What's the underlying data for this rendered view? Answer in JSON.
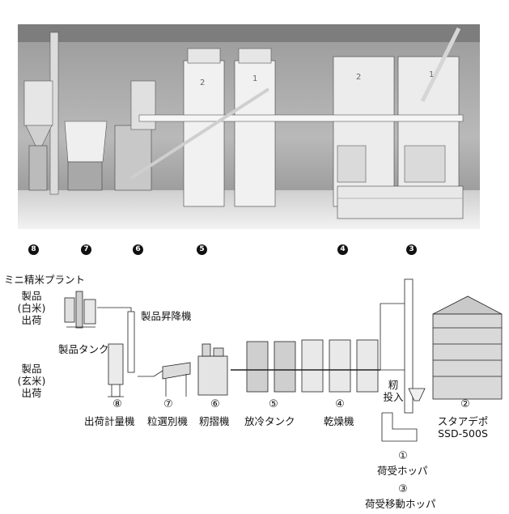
{
  "photo_markers": [
    {
      "id": "m8",
      "label": "8"
    },
    {
      "id": "m7",
      "label": "7"
    },
    {
      "id": "m6",
      "label": "6"
    },
    {
      "id": "m5",
      "label": "5"
    },
    {
      "id": "m4",
      "label": "4"
    },
    {
      "id": "m3",
      "label": "3"
    }
  ],
  "photo_unit_numbers": [
    "2",
    "1",
    "2",
    "1"
  ],
  "diagram": {
    "title": "ミニ精米プラント",
    "product_white_l1": "製品",
    "product_white_l2": "(白米)",
    "product_white_l3": "出荷",
    "product_elevator": "製品昇降機",
    "product_tank": "製品タンク",
    "product_brown_l1": "製品",
    "product_brown_l2": "(玄米)",
    "product_brown_l3": "出荷",
    "paddy_input_l1": "籾",
    "paddy_input_l2": "投入",
    "num8": "⑧",
    "num7": "⑦",
    "num6": "⑥",
    "num5": "⑤",
    "num4": "④",
    "num2": "②",
    "num1": "①",
    "num3": "③",
    "machine8": "出荷計量機",
    "machine7": "粒選別機",
    "machine6": "籾摺機",
    "machine5": "放冷タンク",
    "machine4": "乾燥機",
    "machine2_l1": "スタアデポ",
    "machine2_l2": "SSD-500S",
    "machine1": "荷受ホッパ",
    "machine3": "荷受移動ホッパ"
  }
}
